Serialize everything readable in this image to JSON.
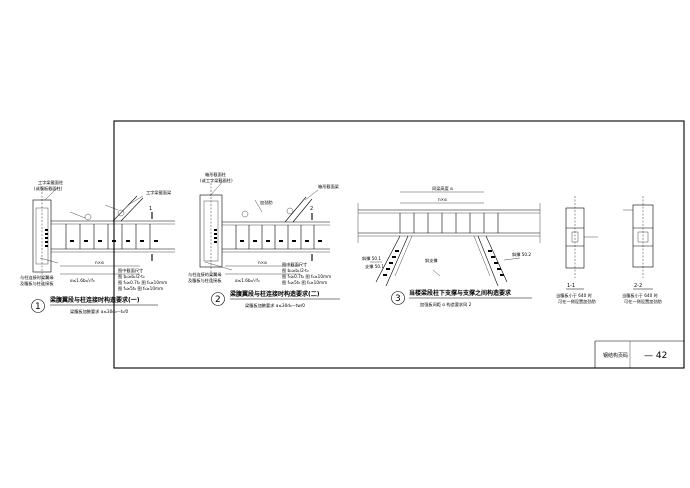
{
  "sheet": {
    "page_label": "钢结构页码",
    "page_number": "— 42"
  },
  "detail1": {
    "num": "1",
    "title": "梁腹翼段与柱连接时构造要求(一)",
    "sub": "梁腹板加腋要求 α≤30d₀—t₀/0",
    "callouts": [
      "工字梁截面柱",
      "(或腹板截面柱)",
      "工字梁截面梁",
      "与柱连接时梁翼缘",
      "及腹板与柱连接板"
    ],
    "dims": [
      "n×α",
      "α≤1.6b₀/√f₀"
    ],
    "notes": [
      "图中截面尺寸",
      "图 b₀≥b₁/2-t₀",
      "图 f₀≥0.7t₀ 图 f₀≥10mm",
      "图 f₀≥5t₀ 图 f₀≥10mm"
    ],
    "section": "1"
  },
  "detail2": {
    "num": "2",
    "title": "梁腹翼段与柱连接时构造要求(二)",
    "sub": "梁腹板加腋要求 α≤30d₀—tw/0",
    "callouts": [
      "箱形截面柱",
      "(或工字梁截面柱)",
      "箱形截面梁",
      "加劲肋",
      "与柱连接的梁翼缘",
      "及腹板与柱连接板"
    ],
    "dims": [
      "n×α",
      "α≤1.6b₀/√f₀"
    ],
    "notes": [
      "图中截面尺寸",
      "图 b₀≥b₁/2-t₀",
      "图 f₀≥0.7t₀ 图 f₀≥10mm",
      "图 f₀≥5t₀ 图 f₀≥10mm"
    ],
    "section": "2"
  },
  "detail3": {
    "num": "3",
    "title": "当楼梁段柱下支撑与支撑之间构造要求",
    "sub": "加强板间距 α 构造要求同 2",
    "callouts": [
      "斜支撑",
      "斜撑 50.1",
      "支撑 50.1",
      "斜撑 50.2"
    ],
    "dims": [
      "同梁高度 α",
      "n×α"
    ]
  },
  "section11": {
    "label": "1-1",
    "note1": "当腹板小于 640 时",
    "note2": "可在一侧设置加劲肋"
  },
  "section22": {
    "label": "2-2",
    "note1": "当腹板小于 640 时",
    "note2": "可在一侧设置加劲肋"
  }
}
